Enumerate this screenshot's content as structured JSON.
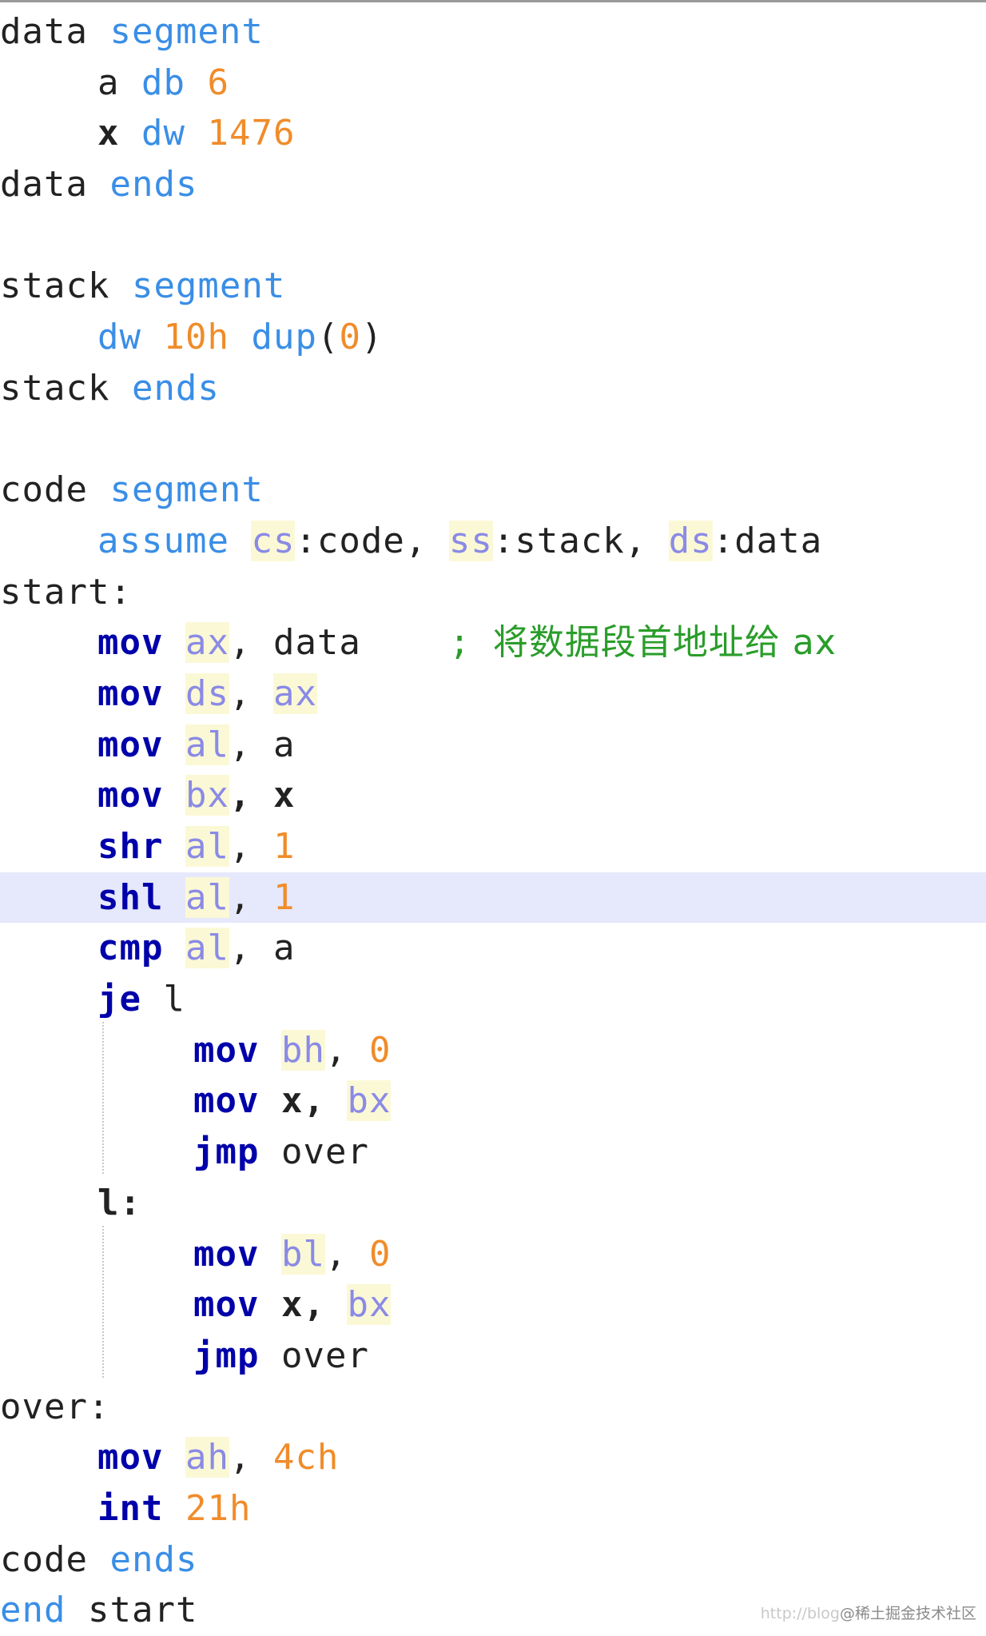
{
  "code": {
    "l1": {
      "a": "data",
      "b": "segment"
    },
    "l2": {
      "a": "a",
      "b": "db",
      "c": "6"
    },
    "l3": {
      "a": "x",
      "b": "dw",
      "c": "1476"
    },
    "l4": {
      "a": "data",
      "b": "ends"
    },
    "l6": {
      "a": "stack",
      "b": "segment"
    },
    "l7": {
      "a": "dw",
      "b": "10h",
      "c": "dup",
      "d": "(",
      "e": "0",
      "f": ")"
    },
    "l8": {
      "a": "stack",
      "b": "ends"
    },
    "l10": {
      "a": "code",
      "b": "segment"
    },
    "l11": {
      "a": "assume",
      "b": "cs",
      "c": ":code, ",
      "d": "ss",
      "e": ":stack, ",
      "f": "ds",
      "g": ":data"
    },
    "l12": {
      "a": "start:"
    },
    "l13": {
      "a": "mov",
      "b": "ax",
      "c": ", data",
      "d": ";",
      "e": "将数据段首地址给 ax"
    },
    "l14": {
      "a": "mov",
      "b": "ds",
      "c": ", ",
      "d": "ax"
    },
    "l15": {
      "a": "mov",
      "b": "al",
      "c": ", a"
    },
    "l16": {
      "a": "mov",
      "b": "bx",
      "c": ", x"
    },
    "l17": {
      "a": "shr",
      "b": "al",
      "c": ", ",
      "d": "1"
    },
    "l18": {
      "a": "shl",
      "b": "al",
      "c": ", ",
      "d": "1"
    },
    "l19": {
      "a": "cmp",
      "b": "al",
      "c": ", a"
    },
    "l20": {
      "a": "je",
      "b": "l"
    },
    "l21": {
      "a": "mov",
      "b": "bh",
      "c": ", ",
      "d": "0"
    },
    "l22": {
      "a": "mov",
      "b": "x, ",
      "c": "bx"
    },
    "l23": {
      "a": "jmp",
      "b": "over"
    },
    "l24": {
      "a": "l:"
    },
    "l25": {
      "a": "mov",
      "b": "bl",
      "c": ", ",
      "d": "0"
    },
    "l26": {
      "a": "mov",
      "b": "x, ",
      "c": "bx"
    },
    "l27": {
      "a": "jmp",
      "b": "over"
    },
    "l28": {
      "a": "over:"
    },
    "l29": {
      "a": "mov",
      "b": "ah",
      "c": ", ",
      "d": "4ch"
    },
    "l30": {
      "a": "int",
      "b": "21h"
    },
    "l31": {
      "a": "code",
      "b": "ends"
    },
    "l32": {
      "a": "end",
      "b": "start"
    }
  },
  "watermark": {
    "left": "http://blog",
    "right": "@稀土掘金技术社区"
  },
  "colors": {
    "directive": "#3a8ee6",
    "opcode": "#0000aa",
    "number": "#f08c2a",
    "register": "#8a8ae6",
    "register_bg": "#fbf8d6",
    "comment": "#2a9d2a",
    "highlight_line": "#e6e8fb"
  }
}
